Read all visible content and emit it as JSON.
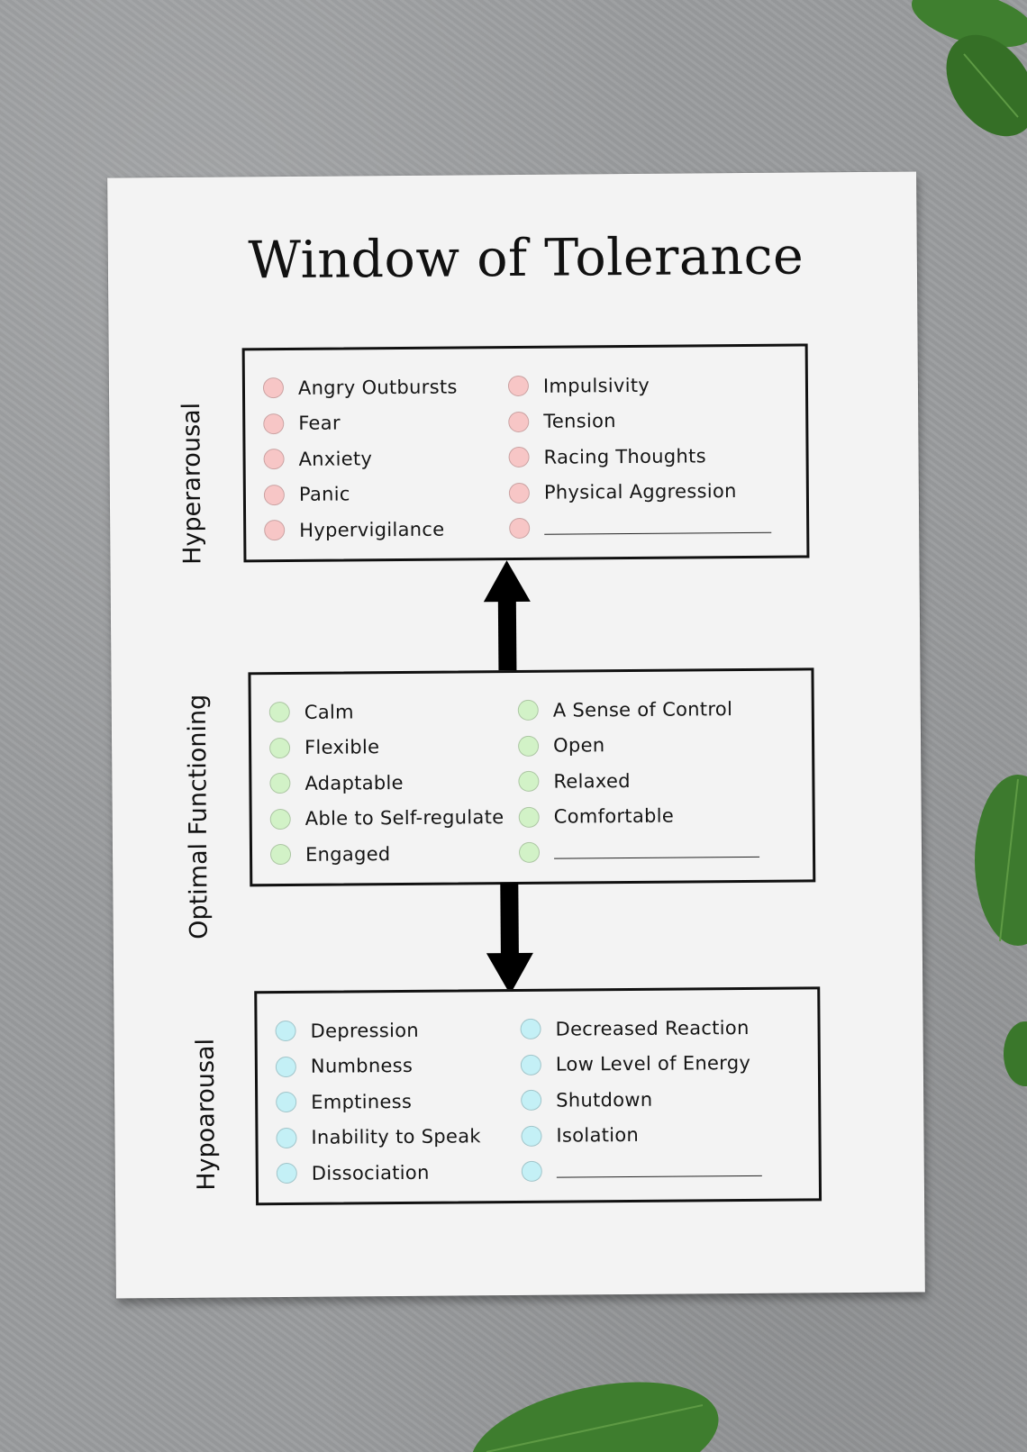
{
  "title": "Window of Tolerance",
  "colors": {
    "hyper_dot": "#f7c6c6",
    "optimal_dot": "#d2f2c7",
    "hypo_dot": "#c4f0f6",
    "background": "#9a9c9e",
    "paper": "#f3f3f3",
    "leaf": "#3d7a2e"
  },
  "sections": {
    "hyper": {
      "label": "Hyperarousal",
      "left": [
        "Angry Outbursts",
        "Fear",
        "Anxiety",
        "Panic",
        "Hypervigilance"
      ],
      "right": [
        "Impulsivity",
        "Tension",
        "Racing Thoughts",
        "Physical Aggression",
        ""
      ]
    },
    "optimal": {
      "label": "Optimal Functioning",
      "left": [
        "Calm",
        "Flexible",
        "Adaptable",
        "Able to Self-regulate",
        "Engaged"
      ],
      "right": [
        "A Sense of Control",
        "Open",
        "Relaxed",
        "Comfortable",
        ""
      ]
    },
    "hypo": {
      "label": "Hypoarousal",
      "left": [
        "Depression",
        "Numbness",
        "Emptiness",
        "Inability to Speak",
        "Dissociation"
      ],
      "right": [
        "Decreased Reaction",
        "Low Level of Energy",
        "Shutdown",
        "Isolation",
        ""
      ]
    }
  },
  "decor_icons": [
    "leaf-icon"
  ]
}
